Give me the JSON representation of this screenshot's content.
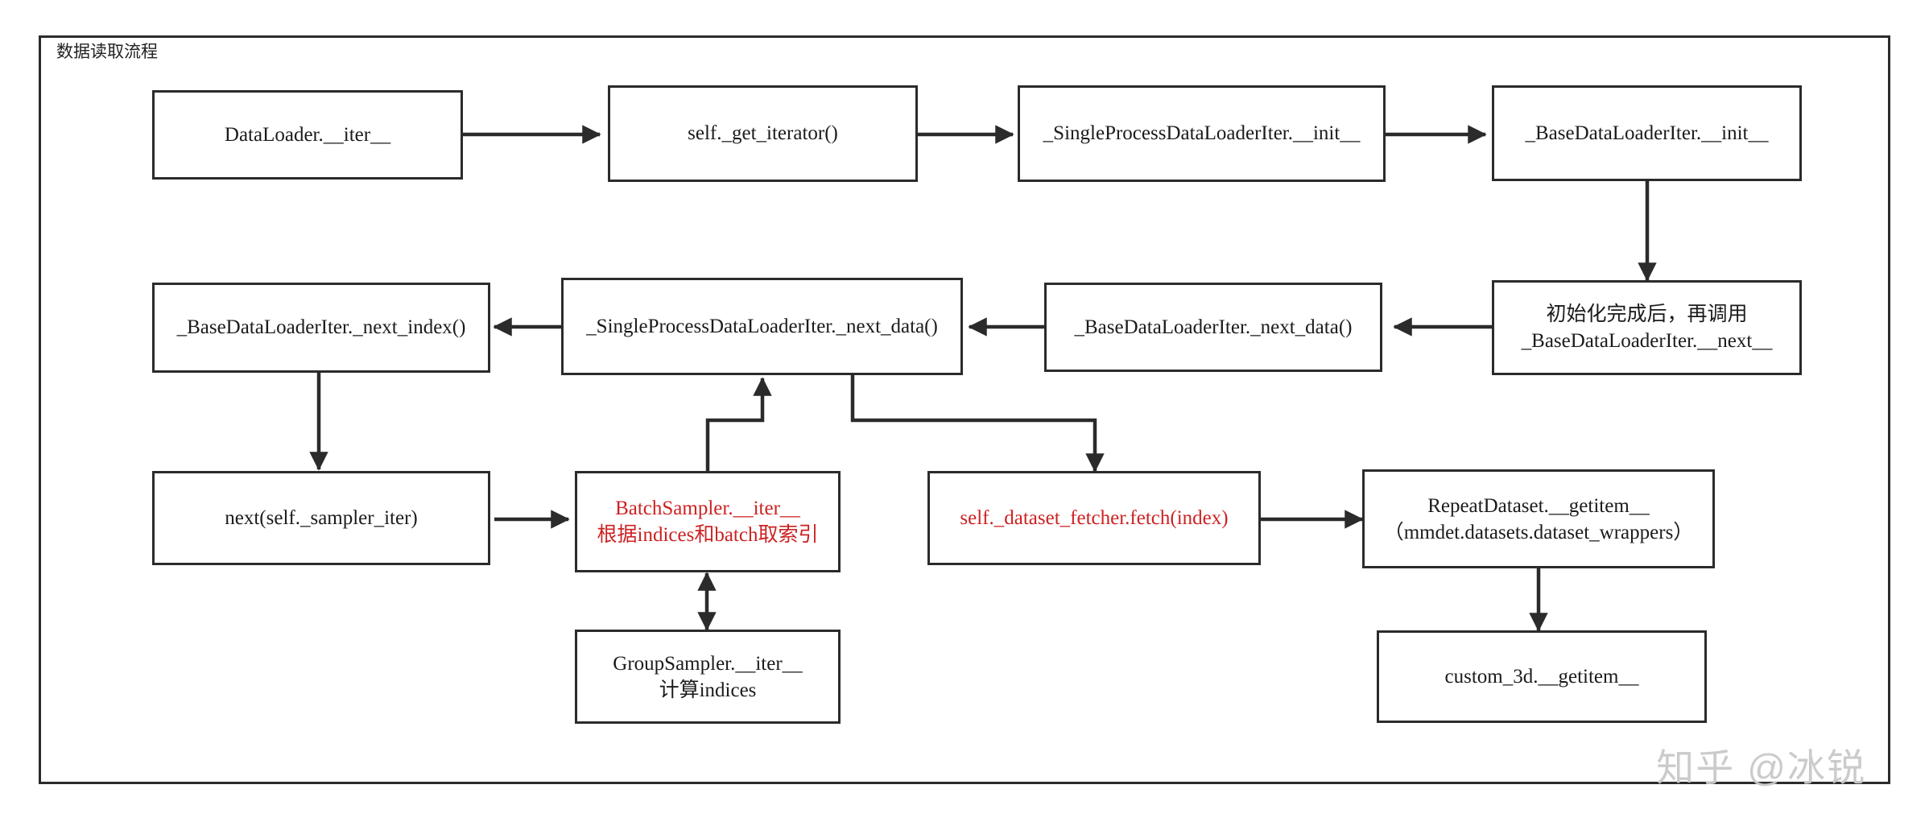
{
  "diagram": {
    "title": "数据读取流程",
    "watermark": "知乎 @冰锐",
    "colors": {
      "stroke": "#2b2b2b",
      "text": "#1b1b1b",
      "highlight": "#cc2222",
      "background": "#ffffff",
      "watermark": "#c9c9c9"
    },
    "nodes": [
      {
        "id": "dataloader_iter",
        "label": "DataLoader.__iter__",
        "color": "black"
      },
      {
        "id": "get_iterator",
        "label": "self._get_iterator()",
        "color": "black"
      },
      {
        "id": "sp_init",
        "label": "_SingleProcessDataLoaderIter.__init__",
        "color": "black"
      },
      {
        "id": "base_init",
        "label": "_BaseDataLoaderIter.__init__",
        "color": "black"
      },
      {
        "id": "after_init",
        "label_line1": "初始化完成后，再调用",
        "label_line2": "_BaseDataLoaderIter.__next__",
        "color": "black"
      },
      {
        "id": "base_next_data",
        "label": "_BaseDataLoaderIter._next_data()",
        "color": "black"
      },
      {
        "id": "sp_next_data",
        "label": "_SingleProcessDataLoaderIter._next_data()",
        "color": "black"
      },
      {
        "id": "base_next_index",
        "label": "_BaseDataLoaderIter._next_index()",
        "color": "black"
      },
      {
        "id": "next_sampler_iter",
        "label": "next(self._sampler_iter)",
        "color": "black"
      },
      {
        "id": "batch_sampler",
        "label_line1": "BatchSampler.__iter__",
        "label_line2": "根据indices和batch取索引",
        "color": "red"
      },
      {
        "id": "dataset_fetcher",
        "label": "self._dataset_fetcher.fetch(index)",
        "color": "red"
      },
      {
        "id": "repeat_dataset",
        "label_line1": "RepeatDataset.__getitem__",
        "label_line2": "（mmdet.datasets.dataset_wrappers）",
        "color": "black"
      },
      {
        "id": "group_sampler",
        "label_line1": "GroupSampler.__iter__",
        "label_line2": "计算indices",
        "color": "black"
      },
      {
        "id": "custom_3d",
        "label": "custom_3d.__getitem__",
        "color": "black"
      }
    ],
    "edges": [
      {
        "from": "dataloader_iter",
        "to": "get_iterator",
        "direction": "one-way"
      },
      {
        "from": "get_iterator",
        "to": "sp_init",
        "direction": "one-way"
      },
      {
        "from": "sp_init",
        "to": "base_init",
        "direction": "one-way"
      },
      {
        "from": "base_init",
        "to": "after_init",
        "direction": "one-way"
      },
      {
        "from": "after_init",
        "to": "base_next_data",
        "direction": "one-way"
      },
      {
        "from": "base_next_data",
        "to": "sp_next_data",
        "direction": "one-way"
      },
      {
        "from": "sp_next_data",
        "to": "base_next_index",
        "direction": "one-way"
      },
      {
        "from": "base_next_index",
        "to": "next_sampler_iter",
        "direction": "one-way"
      },
      {
        "from": "next_sampler_iter",
        "to": "batch_sampler",
        "direction": "one-way"
      },
      {
        "from": "batch_sampler",
        "to": "sp_next_data",
        "direction": "one-way"
      },
      {
        "from": "batch_sampler",
        "to": "group_sampler",
        "direction": "two-way"
      },
      {
        "from": "sp_next_data",
        "to": "dataset_fetcher",
        "direction": "one-way"
      },
      {
        "from": "dataset_fetcher",
        "to": "repeat_dataset",
        "direction": "one-way"
      },
      {
        "from": "repeat_dataset",
        "to": "custom_3d",
        "direction": "one-way"
      }
    ]
  }
}
